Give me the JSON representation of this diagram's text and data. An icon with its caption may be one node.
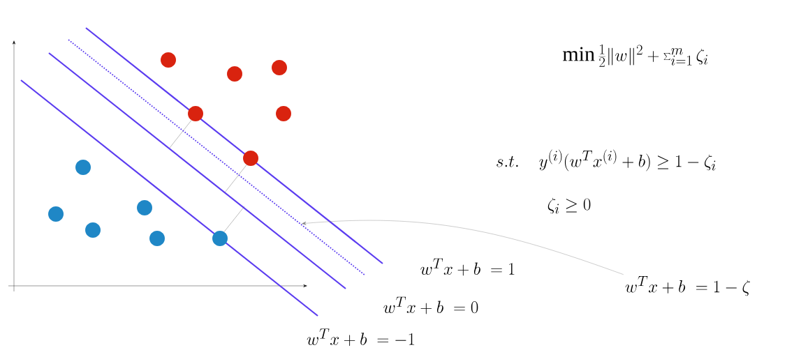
{
  "diagram": {
    "nodes": [
      {
        "text": [
          "w^Tx+b\\ =1-\\zeta"
        ]
      },
      {
        "text": [],
        "shape": "line"
      }
    ],
    "edges": [
      {
        "from": 0,
        "to": 1,
        "arrow": "to"
      }
    ],
    "labels": [
      "\\min\\frac{1}{2}\\|w\\|^2+\\sum_{i=1}^{m}\\zeta_i",
      "s.t.\\quad y^{(i)}(w^Tx^{(i)}+b)\\geq 1-\\zeta_i",
      "\\zeta_i\\geq 0",
      "w^Tx+b\\ =1",
      "w^Tx+b\\ =0",
      "w^Tx+b\\ =-1"
    ]
  }
}
